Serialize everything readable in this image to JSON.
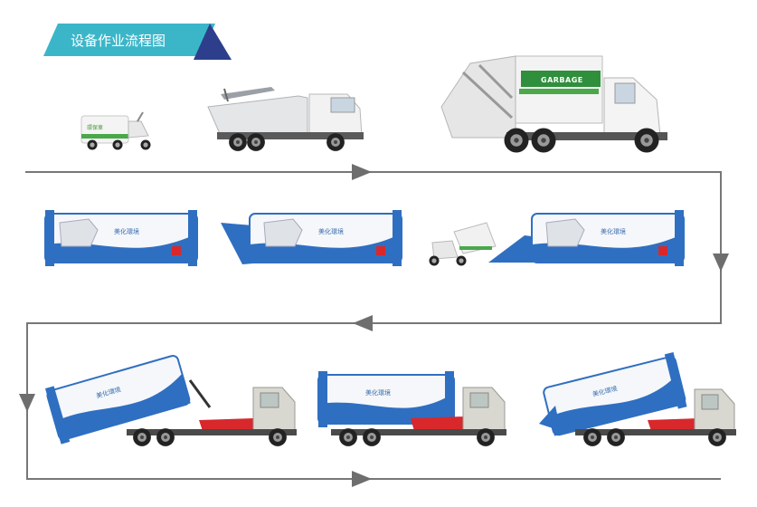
{
  "title": "设备作业流程图",
  "labels": {
    "tricycle": "環保車",
    "garbage": "GARBAGE",
    "container": "美化環境"
  },
  "colors": {
    "banner_teal": "#3bb6c9",
    "banner_navy": "#2d3f8c",
    "flow_line": "#777777",
    "container_blue": "#2f6fc1",
    "stripe_red": "#d8282c",
    "tricycle_green": "#4aa84a"
  },
  "icons": {
    "step_tricycle": "garbage-tricycle",
    "step_side_loader": "side-loader-truck",
    "step_compactor": "rear-loader-compactor-truck",
    "step_container_closed": "compression-container-closed",
    "step_container_open": "compression-container-open",
    "step_container_loading": "tricycle-dumping-into-container",
    "step_hooklift_lift": "hooklift-truck-lifting-container",
    "step_hooklift_transport": "hooklift-truck-transport",
    "step_hooklift_dump": "hooklift-truck-dumping"
  }
}
